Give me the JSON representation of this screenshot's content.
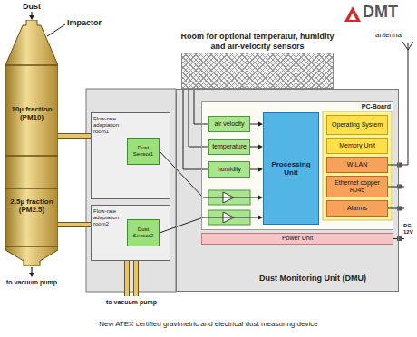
{
  "diagram": {
    "caption": "New ATEX certified gravimetric and electrical dust measuring device",
    "nodes": [
      {
        "text": [
          "10µ fraction (PM10)",
          "2.5µ fraction (PM2.5)"
        ]
      },
      {
        "text": [
          "Room for optional temperatur, humidity and air-velocity sensors"
        ]
      },
      {
        "text": [
          "Flow-rate adaptation room1"
        ]
      },
      {
        "text": [
          "Dust Sensor1"
        ],
        "in": 2
      },
      {
        "text": [
          "Flow-rate adaptation room2"
        ]
      },
      {
        "text": [
          "Dust Sensor2"
        ],
        "in": 4
      },
      {
        "text": [
          "Dust Monitoring Unit (DMU)"
        ]
      },
      {
        "text": [
          "PC-Board"
        ],
        "in": 6
      },
      {
        "text": [
          "air velocity"
        ],
        "in": 7
      },
      {
        "text": [
          "temperature"
        ],
        "in": 7
      },
      {
        "text": [
          "humidity"
        ],
        "in": 7
      },
      {
        "text": [
          "Processing Unit"
        ],
        "in": 7
      },
      {
        "text": [
          "Operating System"
        ],
        "in": 7
      },
      {
        "text": [
          "Memory Unit"
        ],
        "in": 7
      },
      {
        "text": [
          "W-LAN"
        ],
        "in": 7
      },
      {
        "text": [
          "Ethernet copper RJ45"
        ],
        "in": 7
      },
      {
        "text": [
          "Alarms"
        ],
        "in": 7
      },
      {
        "text": [
          "Power Unit"
        ],
        "in": 6
      }
    ],
    "edges": [
      {
        "from": 0,
        "to": 2,
        "arrow": "none"
      },
      {
        "from": 0,
        "to": 4,
        "arrow": "none"
      },
      {
        "from": 3,
        "to": 11,
        "arrow": "to"
      },
      {
        "from": 5,
        "to": 11,
        "arrow": "to"
      },
      {
        "from": 8,
        "to": 11,
        "arrow": "to"
      },
      {
        "from": 9,
        "to": 11,
        "arrow": "to"
      },
      {
        "from": 10,
        "to": 11,
        "arrow": "to"
      },
      {
        "from": 1,
        "to": 8,
        "arrow": "none"
      },
      {
        "from": 1,
        "to": 9,
        "arrow": "none"
      },
      {
        "from": 1,
        "to": 10,
        "arrow": "none"
      }
    ],
    "labels": [
      "Dust",
      "Impactor",
      "to vacuum pump",
      "to vacuum pump",
      "DMT",
      "antenna",
      "DC 12V"
    ]
  }
}
